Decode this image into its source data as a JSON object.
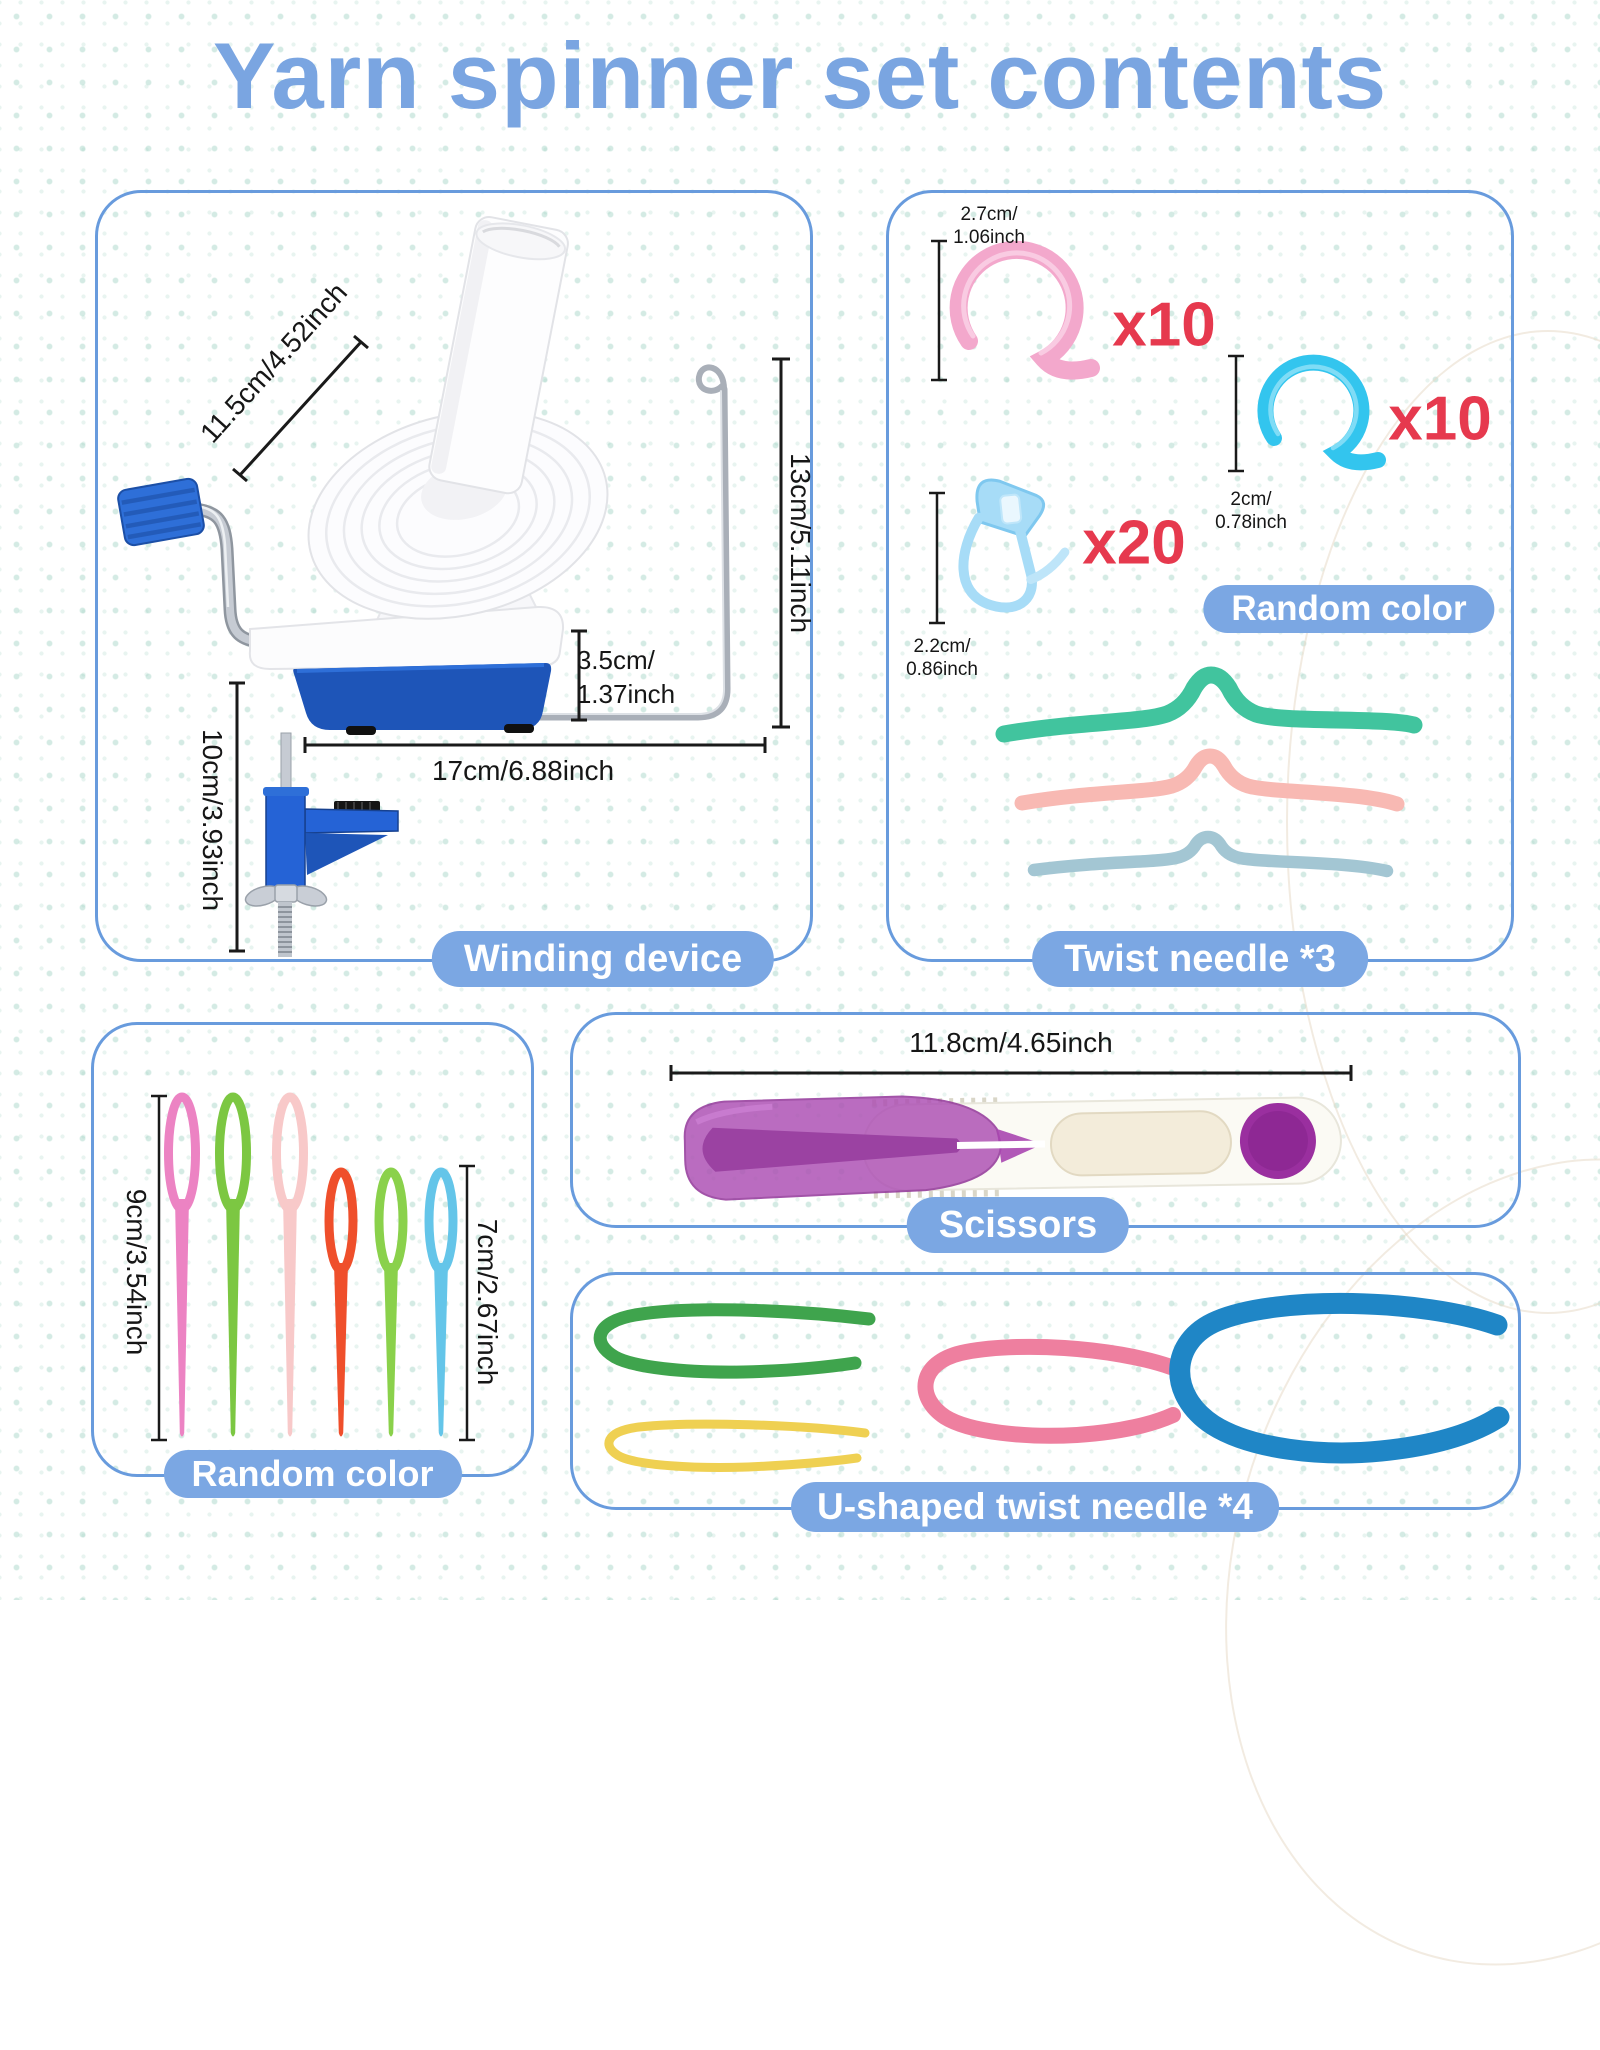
{
  "title": "Yarn spinner set contents",
  "colors": {
    "accent_blue": "#7BA7E3",
    "panel_border": "#689BDD",
    "qty_red": "#E6394E",
    "dim_text": "#161616",
    "dot_mint": "#94CCBB"
  },
  "winding_panel": {
    "label": "Winding device",
    "dim_spool_diameter": "11.5cm/4.52inch",
    "dim_guide_height": "13cm/5.11inch",
    "dim_base_height_l1": "3.5cm/",
    "dim_base_height_l2": "1.37inch",
    "dim_length": "17cm/6.88inch",
    "dim_clamp_height": "10cm/3.93inch"
  },
  "marker_panel": {
    "label": "Twist needle *3",
    "random_label": "Random color",
    "pink_ring": {
      "dim_l1": "2.7cm/",
      "dim_l2": "1.06inch",
      "qty": "x10",
      "color": "#F3A8CC"
    },
    "blue_ring": {
      "dim_l1": "2cm/",
      "dim_l2": "0.78inch",
      "qty": "x10",
      "color": "#33C5EE"
    },
    "lock_marker": {
      "dim_l1": "2.2cm/",
      "dim_l2": "0.86inch",
      "qty": "x20",
      "color": "#A7DCF7"
    },
    "twist_needle_colors": [
      "#41C49E",
      "#F8B9B3",
      "#A3C6D3"
    ]
  },
  "needle_panel": {
    "label": "Random color",
    "dim_large": "9cm/3.54inch",
    "dim_small": "7cm/2.67inch",
    "needle_colors": [
      "#EC83C3",
      "#7CC742",
      "#F8C9C9",
      "#EF4F2B",
      "#8AD14B",
      "#64C5E9"
    ]
  },
  "scissors_panel": {
    "label": "Scissors",
    "dim_length": "11.8cm/4.65inch",
    "cover_color": "#AC4DB3",
    "button_color": "#9A2F9F"
  },
  "u_needle_panel": {
    "label": "U-shaped twist needle *4",
    "u_colors": [
      "#3FA44D",
      "#EFD052",
      "#EE7F9F",
      "#1F86C6"
    ]
  }
}
